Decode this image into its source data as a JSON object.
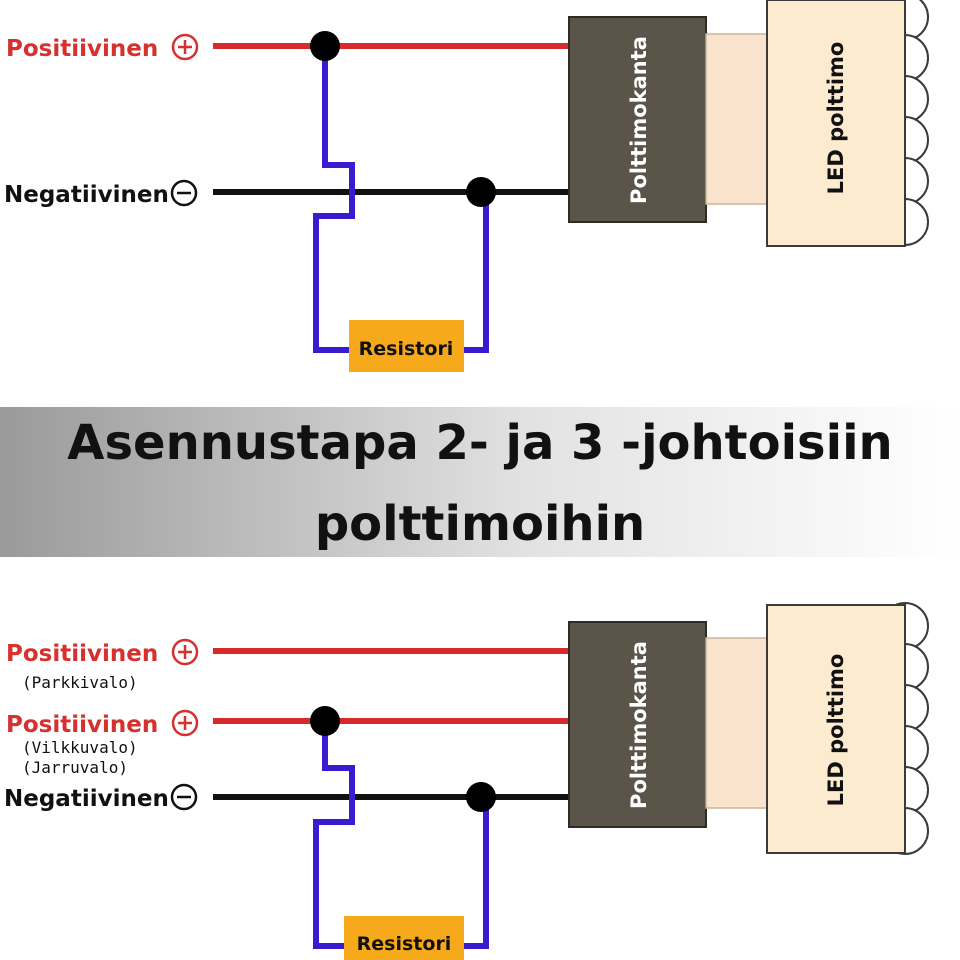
{
  "title": {
    "line1": "Asennustapa 2- ja 3 -johtoisiin",
    "line2": "polttimoihin"
  },
  "diagram_top": {
    "positive_label": "Positiivinen",
    "negative_label": "Negatiivinen",
    "socket_label": "Polttimokanta",
    "led_label": "LED polttimo",
    "resistor_label": "Resistori"
  },
  "diagram_bottom": {
    "positive_1_label": "Positiivinen",
    "positive_1_note": "(Parkkivalo)",
    "positive_2_label": "Positiivinen",
    "positive_2_note_1": "(Vilkkuvalo)",
    "positive_2_note_2": "(Jarruvalo)",
    "negative_label": "Negatiivinen",
    "socket_label": "Polttimokanta",
    "led_label": "LED polttimo",
    "resistor_label": "Resistori"
  },
  "colors": {
    "positive_wire": "#d62b2b",
    "negative_wire": "#111111",
    "resistor_wire": "#3a1bd0",
    "resistor": "#f6a91a",
    "socket": "#5b5448",
    "led_body": "#fdebd0"
  }
}
